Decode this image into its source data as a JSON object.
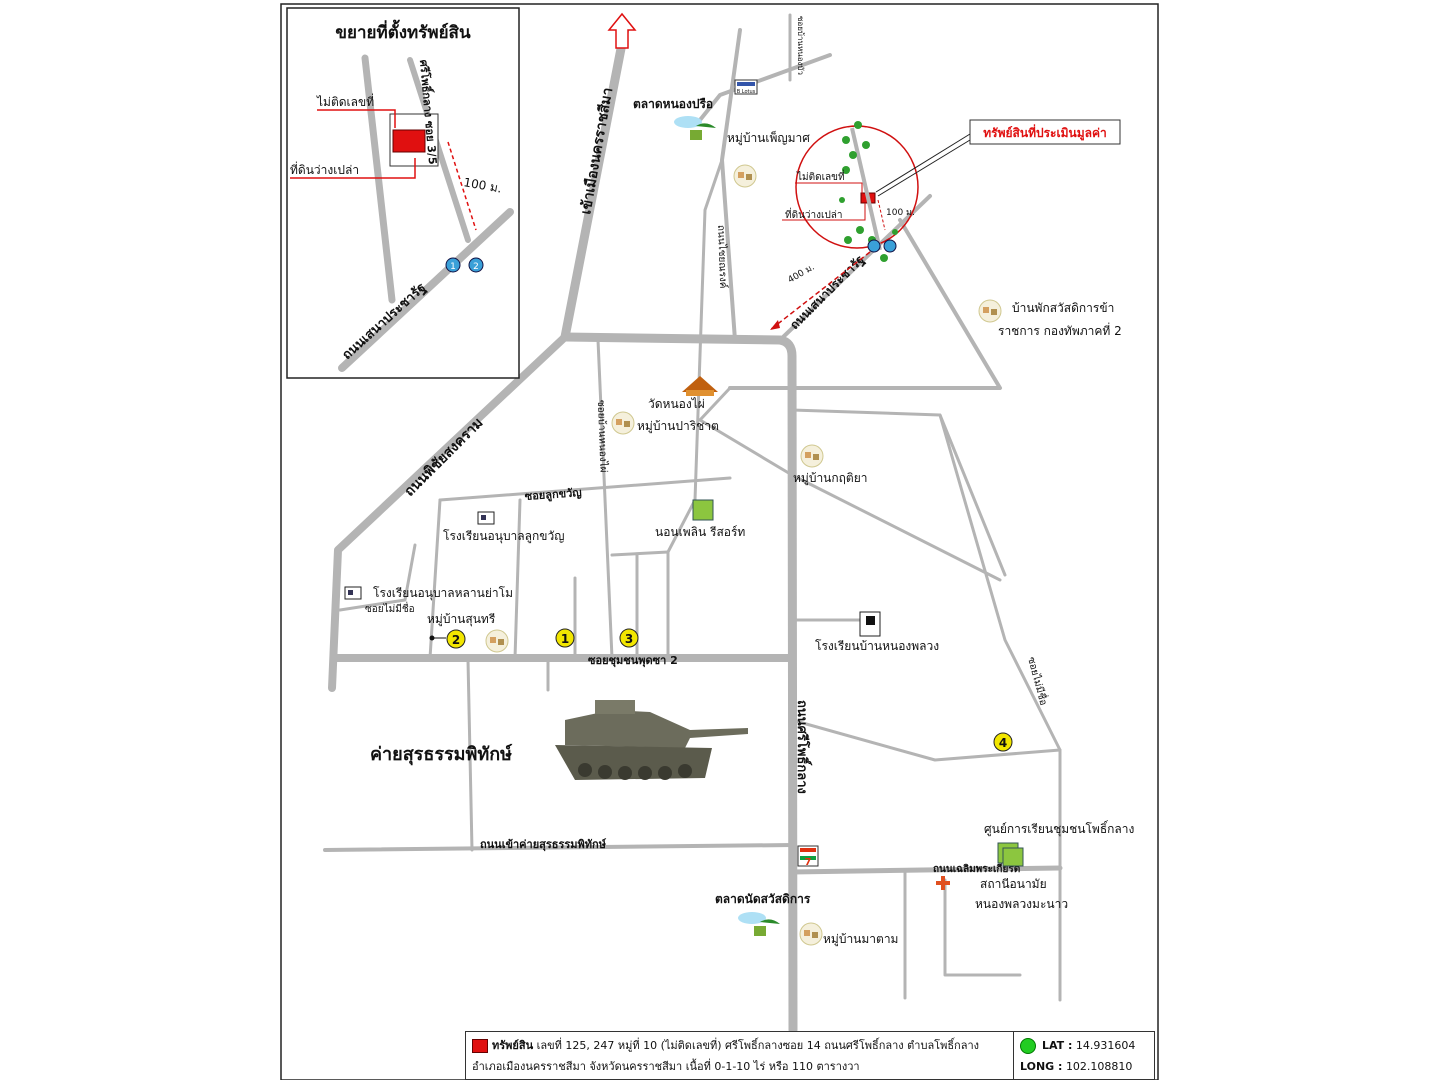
{
  "inset": {
    "title": "ขยายที่ตั้งทรัพย์สิน",
    "label_no_number": "ไม่ติดเลขที่",
    "label_vacant": "ที่ดินว่างเปล่า",
    "label_distance": "100 ม.",
    "road_soi": "ศรีโพธิ์กลาง ซอย 3/5",
    "road_main": "ถนนเสนาประชารัฐ",
    "marker_1": "1",
    "marker_2": "2"
  },
  "map": {
    "property_callout": "ทรัพย์สินที่ประเมินมูลค่า",
    "label_no_number": "ไม่ติดเลขที่",
    "label_vacant": "ที่ดินว่างเปล่า",
    "distance_100": "100 ม.",
    "distance_400": "400 ม.",
    "road_senaprachrat": "ถนนเสนาประชารัฐ",
    "road_to_korat": "เข้าเมืองนครราชสีมา",
    "road_phichai": "ถนนพิชัยสงคราม",
    "road_srisaket": "ถนนศรีโพธิ์กลาง",
    "road_soi_lukkhwan": "ซอยลูกขวัญ",
    "road_soi_chumchon": "ซอยชุมชนพุดซา 2",
    "road_camp": "ถนนเข้าค่ายสุรธรรมพิทักษ์",
    "road_chalerm": "ถนนเฉลิมพระเกียรติ",
    "road_nong_phai": "ซอยบ้านหนองไผ่",
    "road_soi_right": "ซอยไม่มีชื่อ",
    "road_soi_left": "ซอยไม่มีชื่อ",
    "road_yaek": "ถนนไชยณรงค์",
    "road_top_small": "ซอยบ้านหนองบัว",
    "market_nongprue": "ตลาดหนองปรือ",
    "village_phinmas": "หมู่บ้านเพ็ญมาศ",
    "army_housing_1": "บ้านพักสวัสดิการข้า",
    "army_housing_2": "ราชการ กองทัพภาคที่ 2",
    "temple": "วัดหนองไผ่",
    "village_parichat": "หมู่บ้านปาริชาต",
    "village_kritiya": "หมู่บ้านกฤติยา",
    "school_lukkhwan": "โรงเรียนอนุบาลลูกขวัญ",
    "resort": "นอนเพลิน รีสอร์ท",
    "school_yamo": "โรงเรียนอนุบาลหลานย่าโม",
    "village_sunthari": "หมู่บ้านสุนทรี",
    "school_nongphluang": "โรงเรียนบ้านหนองพลวง",
    "camp": "ค่ายสุรธรรมพิทักษ์",
    "learning_center": "ศูนย์การเรียนชุมชนโพธิ์กลาง",
    "health_station_1": "สถานีอนามัย",
    "health_station_2": "หนองพลวงมะนาว",
    "market_welfare": "ตลาดนัดสวัสดิการ",
    "village_maram": "หมู่บ้านมาตาม",
    "num_1": "1",
    "num_2": "2",
    "num_3": "3",
    "num_4": "4",
    "sign_text": "B Lotus"
  },
  "info_box": {
    "asset_label": "ทรัพย์สิน",
    "line1": "เลขที่ 125, 247 หมู่ที่ 10 (ไม่ติดเลขที่) ศรีโพธิ์กลางซอย 14 ถนนศรีโพธิ์กลาง ตำบลโพธิ์กลาง",
    "line2": "อำเภอเมืองนครราชสีมา จังหวัดนครราชสีมา เนื้อที่ 0-1-10 ไร่ หรือ 110 ตารางวา",
    "lat_label": "LAT :",
    "lat_value": "14.931604",
    "long_label": "LONG :",
    "long_value": "102.108810"
  },
  "colors": {
    "road": "#b4b4b4",
    "accent_red": "#e01010",
    "green_square": "#8cc63f",
    "marker_yellow": "#f2e600"
  }
}
